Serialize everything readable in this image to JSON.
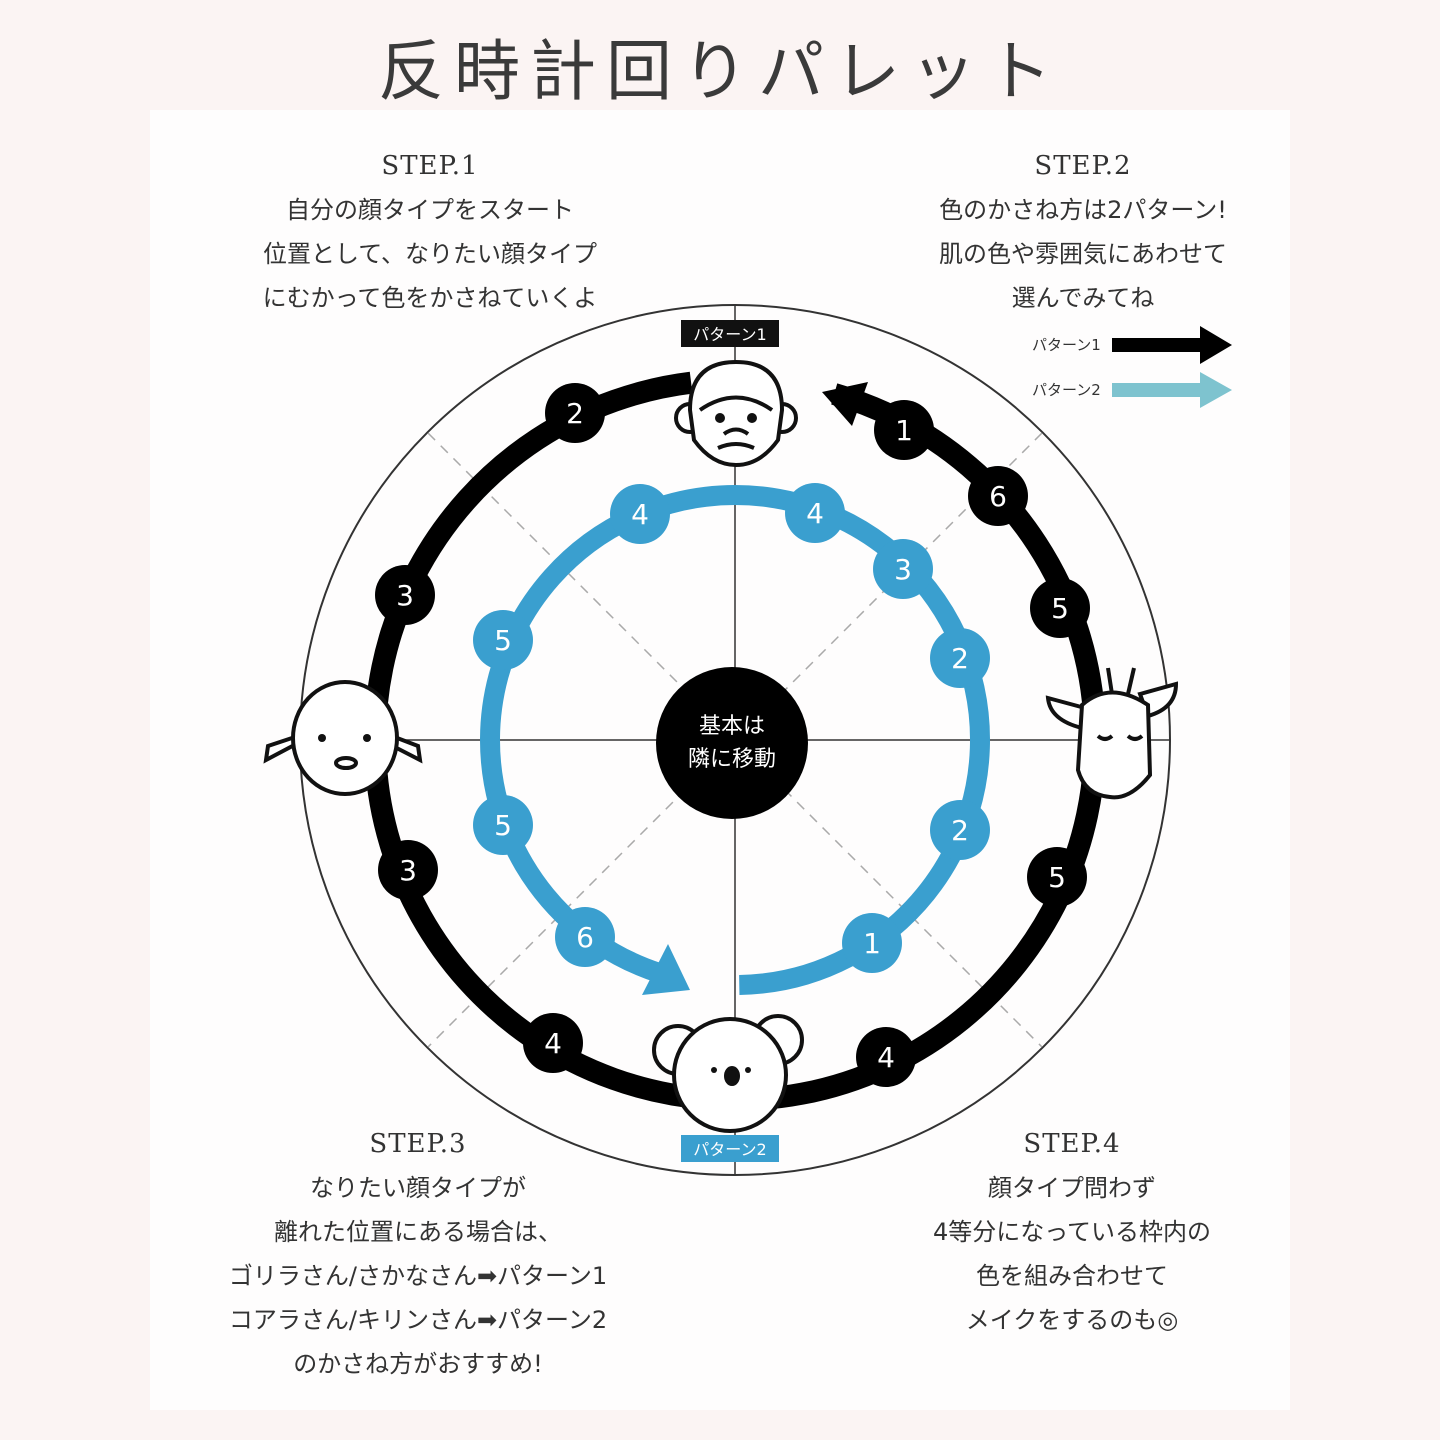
{
  "title": "反時計回りパレット",
  "steps": [
    {
      "heading": "STEP.1",
      "lines": [
        "自分の顔タイプをスタート",
        "位置として、なりたい顔タイプ",
        "にむかって色をかさねていくよ"
      ]
    },
    {
      "heading": "STEP.2",
      "lines": [
        "色のかさね方は2パターン!",
        "肌の色や雰囲気にあわせて",
        "選んでみてね"
      ]
    },
    {
      "heading": "STEP.3",
      "lines": [
        "なりたい顔タイプが",
        "離れた位置にある場合は、",
        "ゴリラさん/さかなさん➡パターン1",
        "コアラさん/キリンさん➡パターン2",
        "のかさね方がおすすめ!"
      ]
    },
    {
      "heading": "STEP.4",
      "lines": [
        "顔タイプ問わず",
        "4等分になっている枠内の",
        "色を組み合わせて",
        "メイクをするのも◎"
      ]
    }
  ],
  "legend": [
    {
      "label": "パターン1",
      "color": "#000000"
    },
    {
      "label": "パターン2",
      "color": "#7ec3cf"
    }
  ],
  "diagram": {
    "top_tag": "パターン1",
    "bottom_tag": "パターン2",
    "center_line1": "基本は",
    "center_line2": "隣に移動",
    "pattern1_color": "#000000",
    "pattern2_color": "#3a9fcf",
    "pattern1_badges": [
      "1",
      "6",
      "5",
      "5",
      "4",
      "4",
      "3",
      "3",
      "2"
    ],
    "pattern2_badges": [
      "1",
      "2",
      "2",
      "3",
      "4",
      "4",
      "5",
      "5",
      "6"
    ],
    "faces": [
      "gorilla",
      "fish",
      "koala",
      "giraffe"
    ]
  }
}
